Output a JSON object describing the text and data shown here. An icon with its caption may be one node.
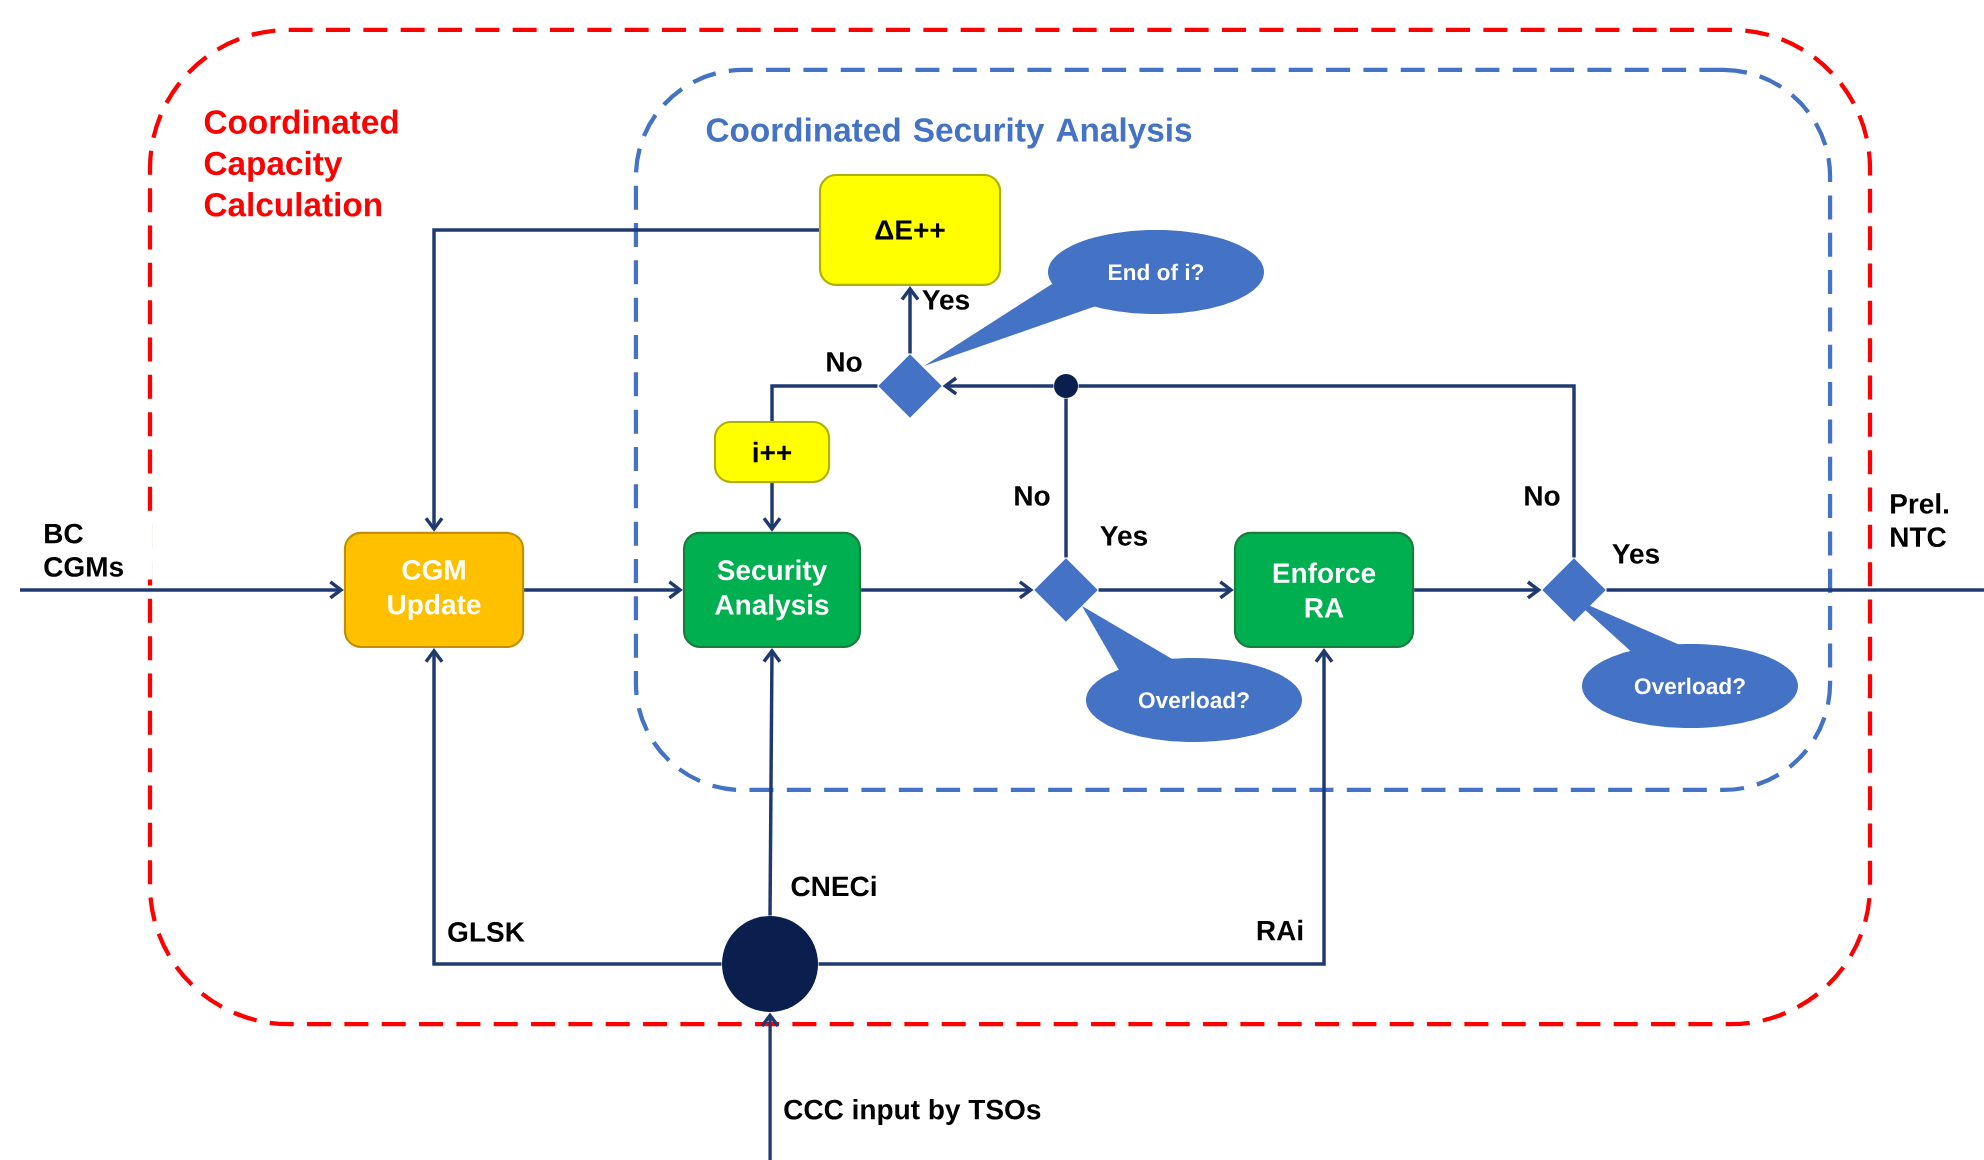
{
  "diagram": {
    "nodes": [
      {
        "text": [
          "Coordinated Capacity Calculation"
        ]
      },
      {
        "text": [
          "Coordinated Security Analysis"
        ],
        "in": 0
      },
      {
        "text": [
          "CGM Update"
        ],
        "in": 0
      },
      {
        "text": [
          "Security Analysis"
        ],
        "in": 1
      },
      {
        "text": [
          "ΔE++"
        ],
        "in": 1
      },
      {
        "text": [
          "i++"
        ],
        "in": 1
      },
      {
        "text": [],
        "shape": "diamond",
        "in": 1
      },
      {
        "text": [],
        "shape": "diamond",
        "in": 1
      },
      {
        "text": [
          "Enforce RA"
        ],
        "in": 1
      },
      {
        "text": [],
        "shape": "diamond",
        "in": 1
      },
      {
        "text": [],
        "shape": "circle",
        "in": 1
      },
      {
        "text": [],
        "shape": "circle",
        "in": 0
      },
      {
        "text": [
          "End of i?"
        ],
        "in": 1
      },
      {
        "text": [
          "Overload?"
        ],
        "in": 1
      },
      {
        "text": [
          "Overload?"
        ],
        "in": 1
      }
    ],
    "edges": [
      {
        "from": null,
        "to": 2,
        "arrow": "to",
        "label": "BC CGMs"
      },
      {
        "from": 2,
        "to": 3,
        "arrow": "to"
      },
      {
        "from": 3,
        "to": 7,
        "arrow": "to"
      },
      {
        "from": 7,
        "to": 8,
        "arrow": "to",
        "label": "Yes"
      },
      {
        "from": 8,
        "to": 9,
        "arrow": "to"
      },
      {
        "from": 9,
        "to": null,
        "arrow": "none",
        "label": "Yes"
      },
      {
        "from": 9,
        "to": 10,
        "arrow": "none",
        "label": "No"
      },
      {
        "from": 7,
        "to": 10,
        "arrow": "none",
        "label": "No"
      },
      {
        "from": 10,
        "to": 6,
        "arrow": "to"
      },
      {
        "from": 6,
        "to": 4,
        "arrow": "to",
        "label": "Yes"
      },
      {
        "from": 6,
        "to": 5,
        "arrow": "none",
        "label": "No"
      },
      {
        "from": 5,
        "to": 3,
        "arrow": "to"
      },
      {
        "from": 4,
        "to": 2,
        "arrow": "to"
      },
      {
        "from": 11,
        "to": 2,
        "arrow": "to",
        "label": "GLSK"
      },
      {
        "from": 11,
        "to": 3,
        "arrow": "to",
        "label": "CNECi"
      },
      {
        "from": 11,
        "to": 8,
        "arrow": "to",
        "label": "RAi"
      },
      {
        "from": null,
        "to": 11,
        "arrow": "to",
        "label": "CCC input by TSOs"
      }
    ],
    "labels": [
      "Prel. NTC"
    ]
  }
}
